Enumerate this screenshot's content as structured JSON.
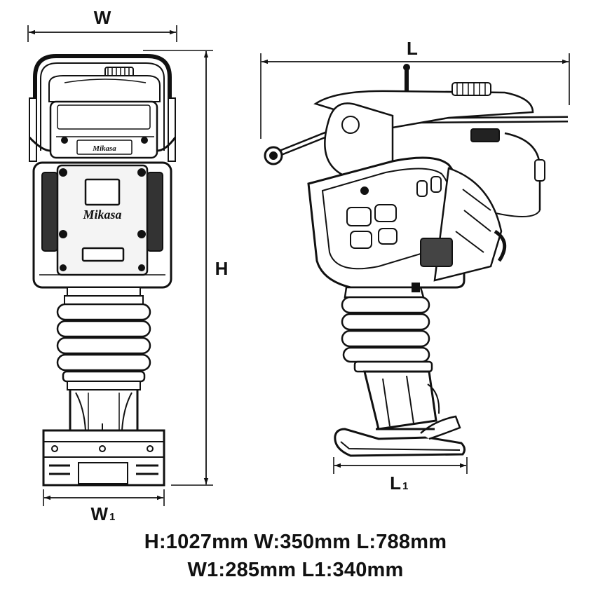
{
  "dimension_labels": {
    "width": "W",
    "height": "H",
    "length": "L",
    "base_width_main": "W",
    "base_width_sub": "1",
    "base_length_main": "L",
    "base_length_sub": "1"
  },
  "brand_label": "Mikasa",
  "specs": {
    "line1": "H:1027mm W:350mm L:788mm",
    "line2": "W1:285mm L1:340mm"
  },
  "colors": {
    "ink": "#111111",
    "background": "#ffffff",
    "panel_fill": "#2b2b2b"
  }
}
